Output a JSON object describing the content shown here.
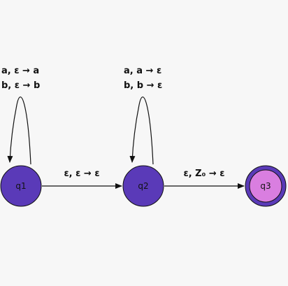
{
  "diagram": {
    "type": "pushdown-automaton",
    "colors": {
      "background": "#f7f7f7",
      "state_fill": "#5a3ab8",
      "accept_fill": "#d97ee0",
      "accept_ring": "#5a3ab8",
      "stroke": "#111111"
    },
    "states": [
      {
        "id": "q1",
        "label": "q1",
        "start": false,
        "accepting": false
      },
      {
        "id": "q2",
        "label": "q2",
        "start": false,
        "accepting": false
      },
      {
        "id": "q3",
        "label": "q3",
        "start": false,
        "accepting": true
      }
    ],
    "transitions": [
      {
        "from": "q1",
        "to": "q1",
        "labels": [
          "a, ε → a",
          "b, ε → b"
        ]
      },
      {
        "from": "q1",
        "to": "q2",
        "labels": [
          "ε, ε → ε"
        ]
      },
      {
        "from": "q2",
        "to": "q2",
        "labels": [
          "a, a → ε",
          "b, b → ε"
        ]
      },
      {
        "from": "q2",
        "to": "q3",
        "labels": [
          "ε, Z₀ → ε"
        ]
      }
    ]
  }
}
